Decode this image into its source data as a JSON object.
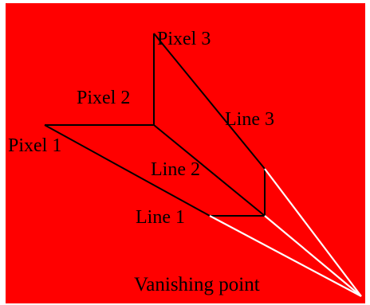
{
  "colors": {
    "panel": "#FF0000",
    "edges": "#000000",
    "perspective_lines": "#FFFFFF",
    "text": "#000000"
  },
  "labels": {
    "pixel1": "Pixel 1",
    "pixel2": "Pixel 2",
    "pixel3": "Pixel 3",
    "line1": "Line 1",
    "line2": "Line 2",
    "line3": "Line 3",
    "vanishing_point": "Vanishing point"
  }
}
